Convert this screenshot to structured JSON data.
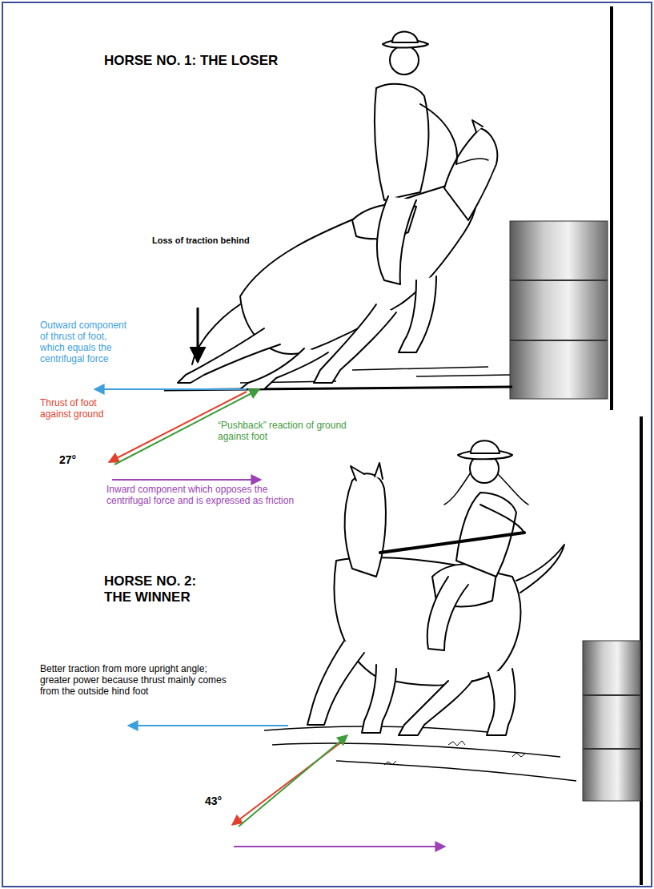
{
  "diagram": {
    "labels": [
      "HORSE NO. 1: THE LOSER",
      "Loss of traction behind",
      "Outward component of thrust of foot, which equals the centrifugal force",
      "Thrust of foot against ground",
      "“Pushback” reaction of ground against foot",
      "27°",
      "Inward component which opposes the centrifugal force and is expressed as friction",
      "HORSE NO. 2: THE WINNER",
      "Better traction from more upright angle; greater power because thrust mainly comes from the outside hind foot",
      "43°"
    ]
  }
}
